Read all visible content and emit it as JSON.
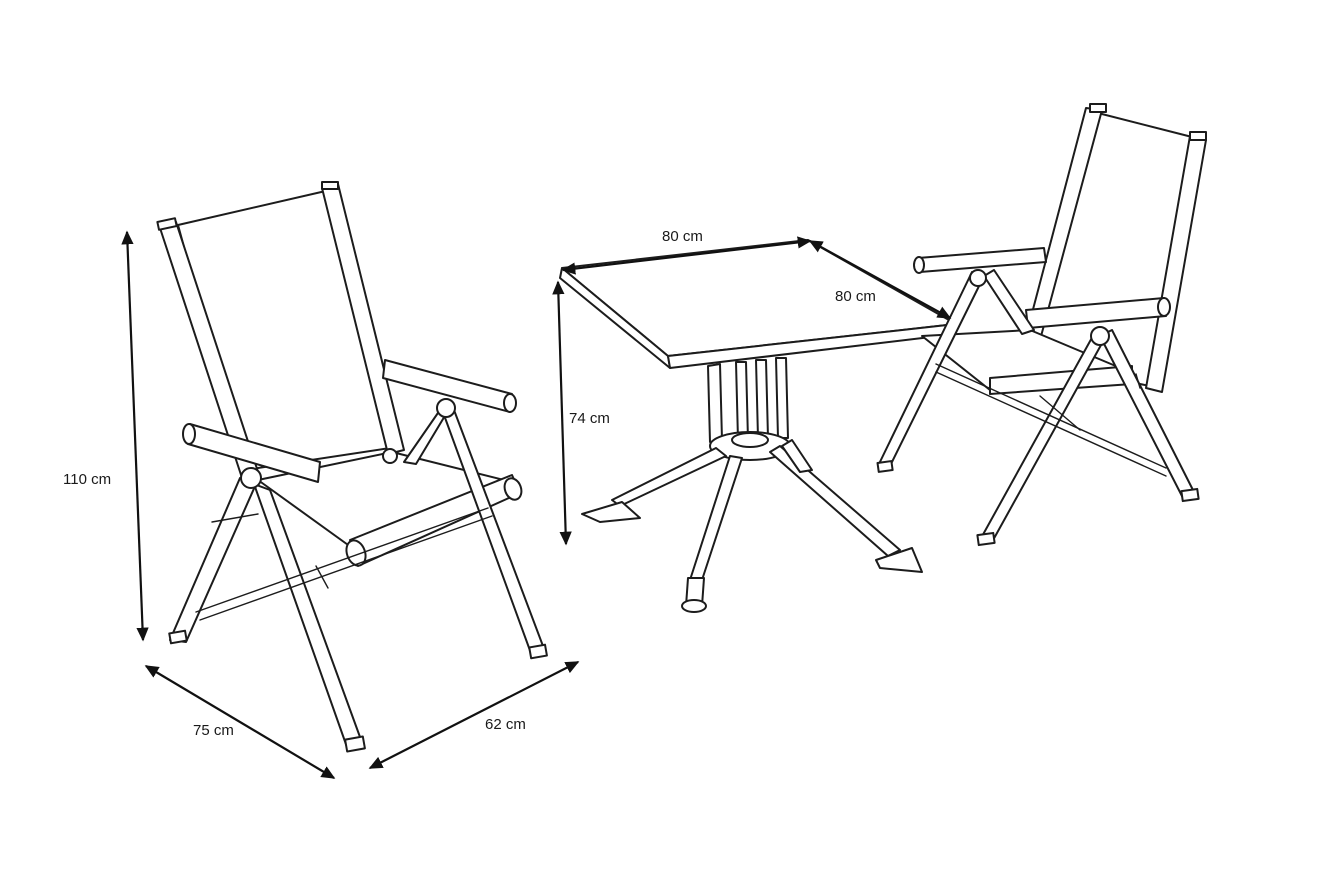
{
  "dimensions": {
    "chair_height": "110 cm",
    "chair_depth": "75 cm",
    "chair_width": "62 cm",
    "table_width": "80 cm",
    "table_depth": "80 cm",
    "table_height": "74 cm"
  },
  "colors": {
    "line": "#1c1c1c",
    "background": "#ffffff"
  }
}
